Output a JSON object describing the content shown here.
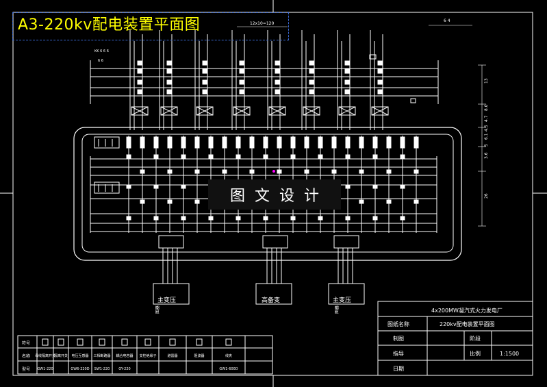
{
  "title": "A3-220kv配电装置平面图",
  "watermark": "图文设计",
  "top_note": "12x10=120",
  "top_right_note": "6 4",
  "left_notes": [
    "KK 6 6 6",
    "6 6"
  ],
  "dims_right": [
    "13",
    "8.0",
    "4.7",
    "4.5",
    "6.1",
    "5",
    "3.6",
    "26"
  ],
  "transformers": {
    "left": "主变压",
    "mid": "高备变",
    "right": "主变压"
  },
  "side_notes": [
    "图器",
    "图器"
  ],
  "title_block": {
    "project": "4x200MW凝汽式火力发电厂",
    "drawing_name_label": "图纸名称",
    "drawing_name": "220kv配电装置平面图",
    "drawn_label": "制图",
    "stage_label": "阶段",
    "check_label": "指导",
    "scale_label": "比例",
    "scale": "1:1500",
    "date_label": "日期"
  },
  "legend": {
    "row_labels": [
      "符号",
      "名称",
      "型号"
    ],
    "names": [
      "母线隔离开关",
      "隔离开关",
      "电压互感器",
      "三相断路器",
      "耦合电容器",
      "支柱绝缘子",
      "避雷器",
      "阻波器",
      "线夹"
    ],
    "models": [
      "GW1-220",
      "",
      "GW6-220D",
      "SW1-220",
      "OY-220",
      "",
      "",
      "",
      "GW1-600D"
    ]
  },
  "colors": {
    "background": "#000000",
    "lines": "#ffffff",
    "title": "#ffff00",
    "title_frame": "#3a6bd8",
    "mark": "#ff00ff"
  }
}
